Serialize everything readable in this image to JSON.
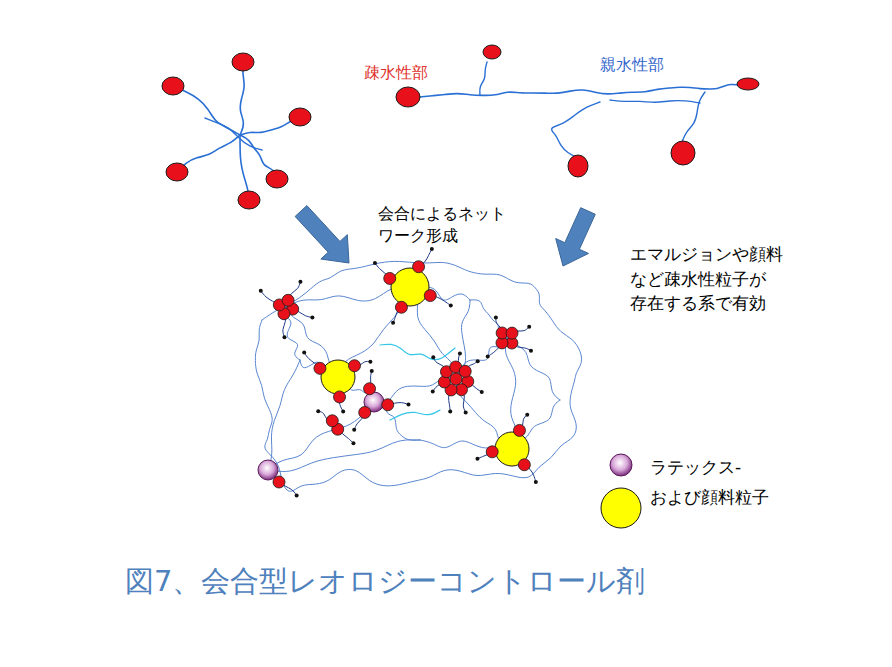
{
  "diagram": {
    "caption": "図7、会合型レオロジーコントロール剤",
    "labels": [
      "疎水性部",
      "親水性部",
      "会合によるネット ワーク形成",
      "エマルジョンや顔料 など疎水性粒子が 存在する系で有効"
    ],
    "legend": [
      {
        "text": "ラテックス- および顔料粒子"
      }
    ]
  }
}
